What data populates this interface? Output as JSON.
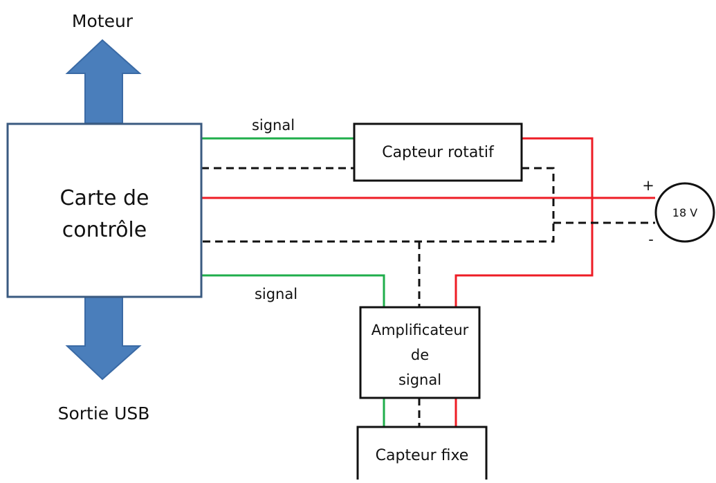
{
  "colors": {
    "signal": "#1fae4b",
    "power": "#ee1c25",
    "ground": "#111111",
    "arrow_fill": "#4a7ebb",
    "arrow_stroke": "#3a6aa5",
    "box_stroke": "#3a5a80",
    "box_fill": "#ffffff"
  },
  "labels": {
    "motor": "Moteur",
    "usb": "Sortie USB",
    "signal_top": "signal",
    "signal_bottom": "signal",
    "plus": "+",
    "minus": "-"
  },
  "blocks": {
    "control_board": {
      "line1": "Carte de",
      "line2": "contrôle"
    },
    "rotary_sensor": {
      "label": "Capteur rotatif"
    },
    "amplifier": {
      "line1": "Amplificateur",
      "line2": "de",
      "line3": "signal"
    },
    "fixed_sensor": {
      "label": "Capteur fixe"
    },
    "power_supply": {
      "label": "18 V"
    }
  }
}
